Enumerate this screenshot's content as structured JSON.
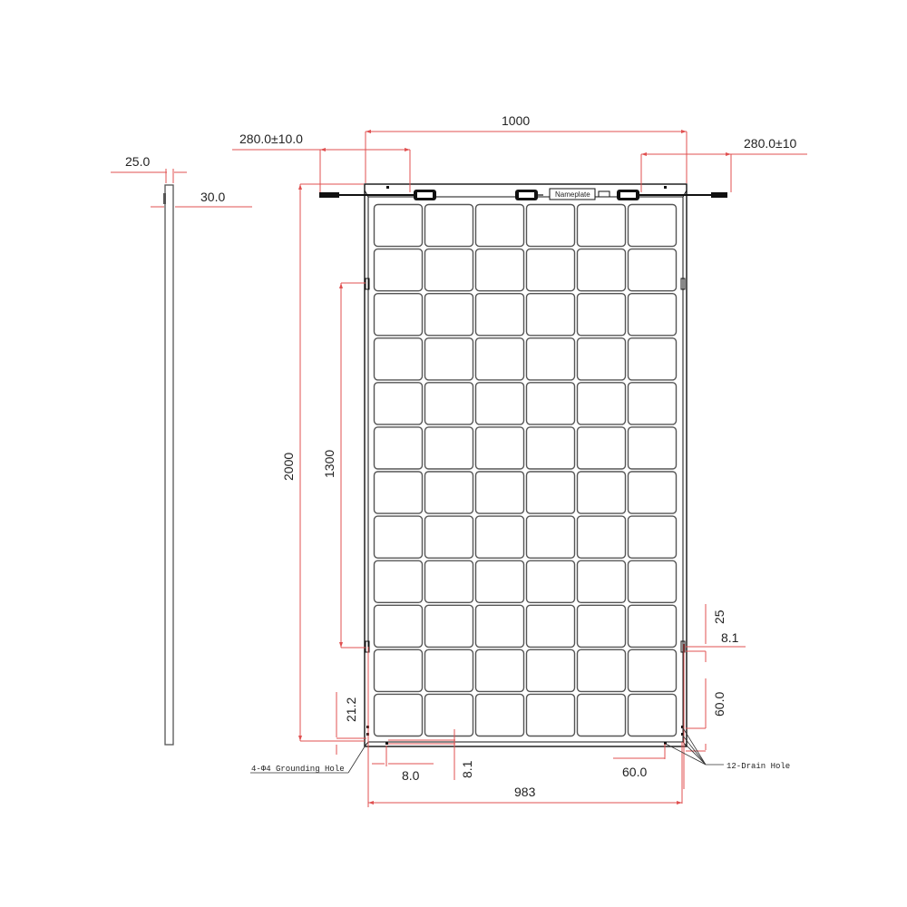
{
  "drawing": {
    "type": "solar-panel-dimension-drawing",
    "colors": {
      "dimension_line": "#e05050",
      "outline": "#111111",
      "cell_border": "#555555"
    },
    "panel": {
      "columns": 6,
      "rows": 12,
      "nameplate_label": "Nameplate"
    },
    "dimensions": {
      "top_width": "1000",
      "cable_left": "280.0±10.0",
      "cable_right": "280.0±10",
      "side_thickness_outer": "25.0",
      "side_thickness_inner": "30.0",
      "overall_height": "2000",
      "mounting_spacing": "1300",
      "bottom_left_vertical": "21.2",
      "bottom_left_offset": "8.0",
      "bottom_edge_height": "8.1",
      "bottom_right_offset": "60.0",
      "bottom_width": "983",
      "right_upper": "25",
      "right_hole": "8.1",
      "right_lower": "60.0"
    },
    "notes": {
      "grounding_hole": "4-Φ4 Grounding Hole",
      "drain_hole": "12-Drain Hole"
    }
  }
}
